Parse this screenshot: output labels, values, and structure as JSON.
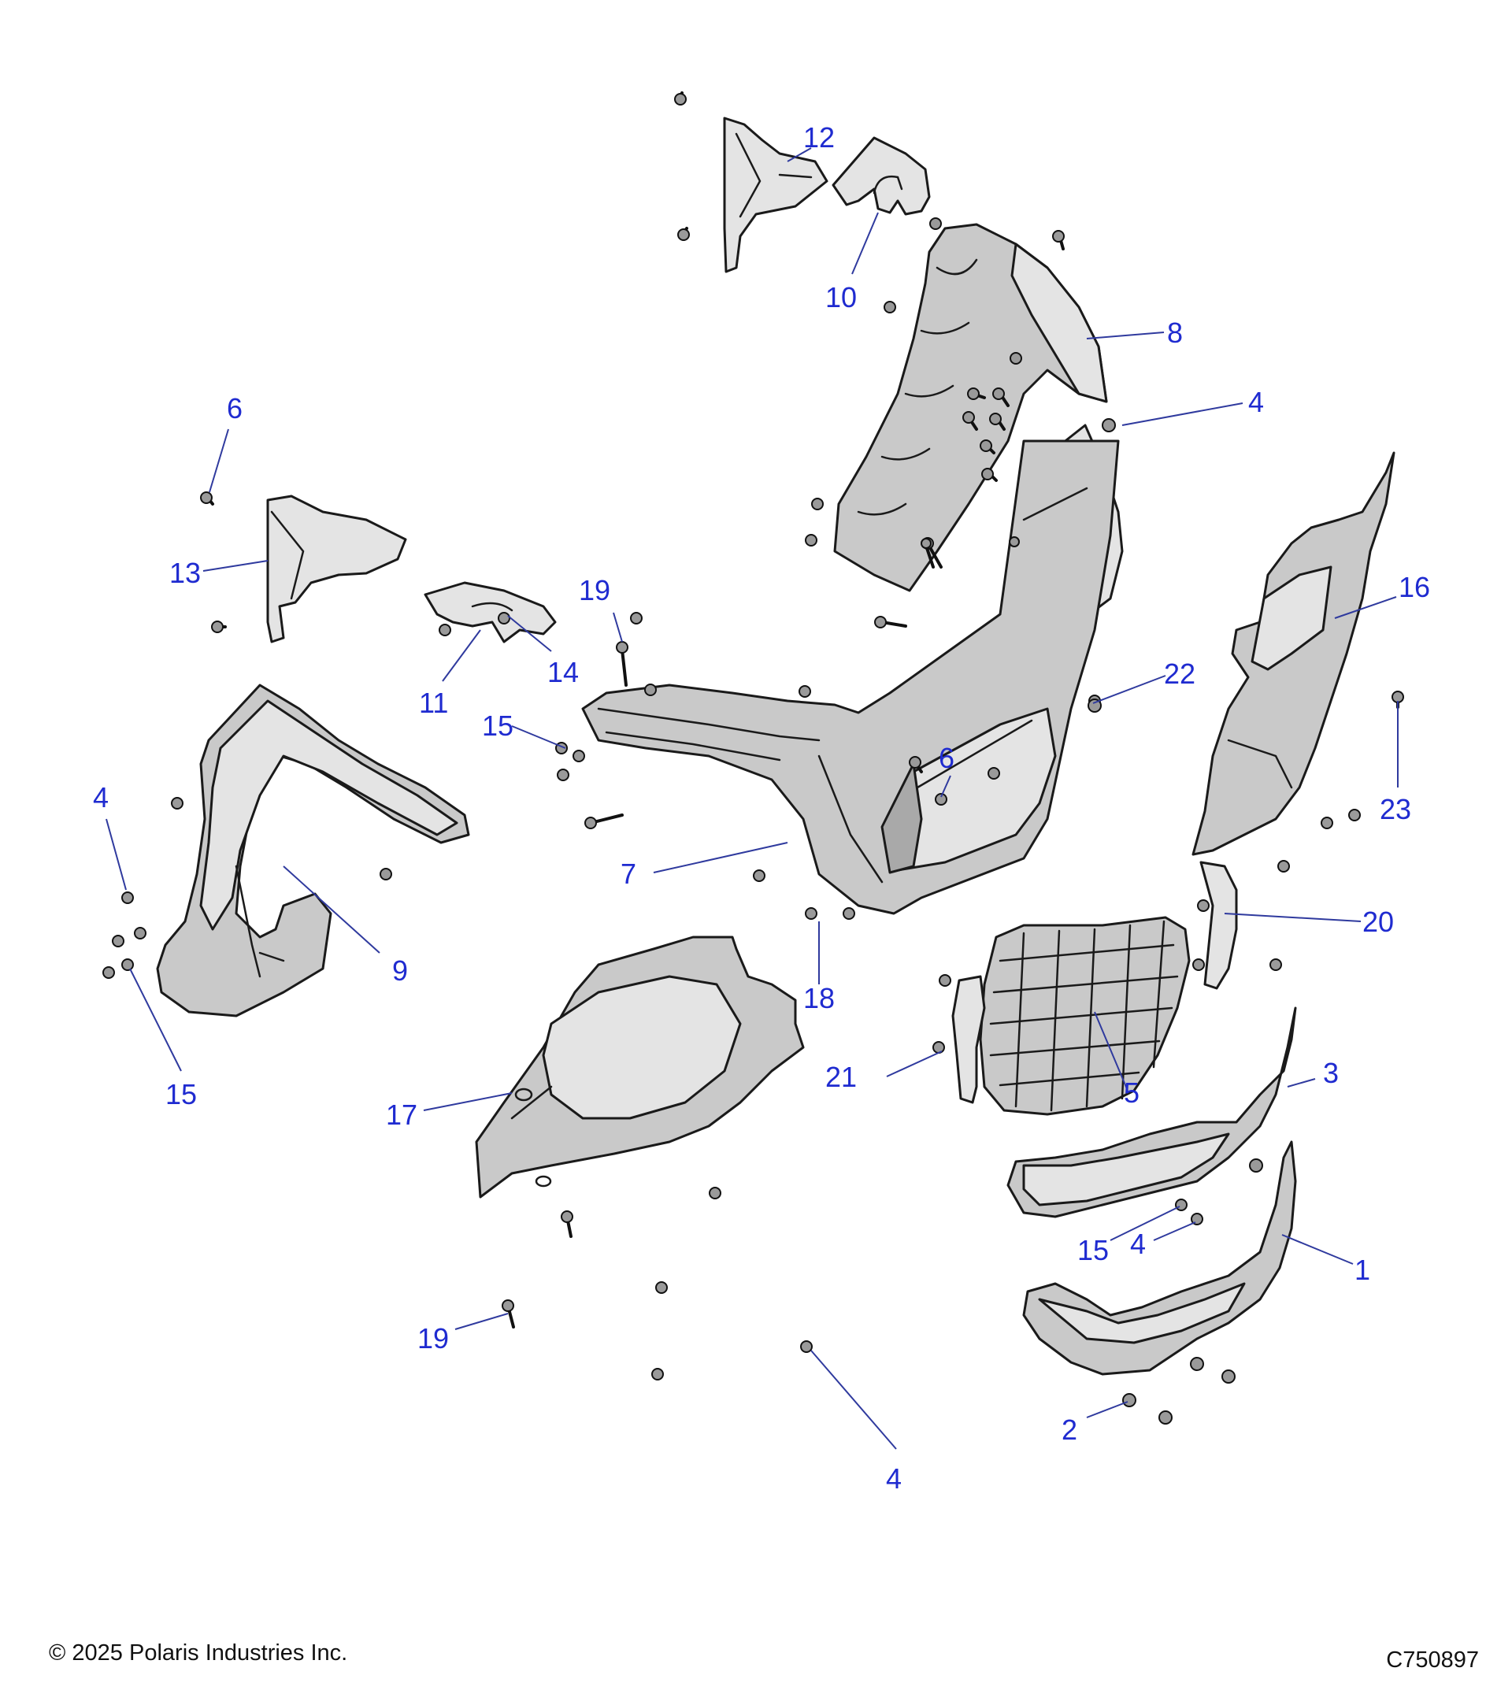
{
  "callouts": [
    {
      "label": "12"
    },
    {
      "label": "10"
    },
    {
      "label": "8"
    },
    {
      "label": "4"
    },
    {
      "label": "6"
    },
    {
      "label": "13"
    },
    {
      "label": "19"
    },
    {
      "label": "11"
    },
    {
      "label": "14"
    },
    {
      "label": "15"
    },
    {
      "label": "16"
    },
    {
      "label": "22"
    },
    {
      "label": "23"
    },
    {
      "label": "4"
    },
    {
      "label": "6"
    },
    {
      "label": "7"
    },
    {
      "label": "9"
    },
    {
      "label": "20"
    },
    {
      "label": "18"
    },
    {
      "label": "15"
    },
    {
      "label": "21"
    },
    {
      "label": "5"
    },
    {
      "label": "3"
    },
    {
      "label": "17"
    },
    {
      "label": "15"
    },
    {
      "label": "4"
    },
    {
      "label": "1"
    },
    {
      "label": "19"
    },
    {
      "label": "2"
    },
    {
      "label": "4"
    }
  ],
  "footer": {
    "copyright": "© 2025 Polaris Industries Inc.",
    "figure_id": "C750897"
  },
  "colors": {
    "callout": "#1f2bd0",
    "leader": "#2f3a9e",
    "part_fill": "#c9c9c9",
    "outline": "#1a1a1a"
  }
}
